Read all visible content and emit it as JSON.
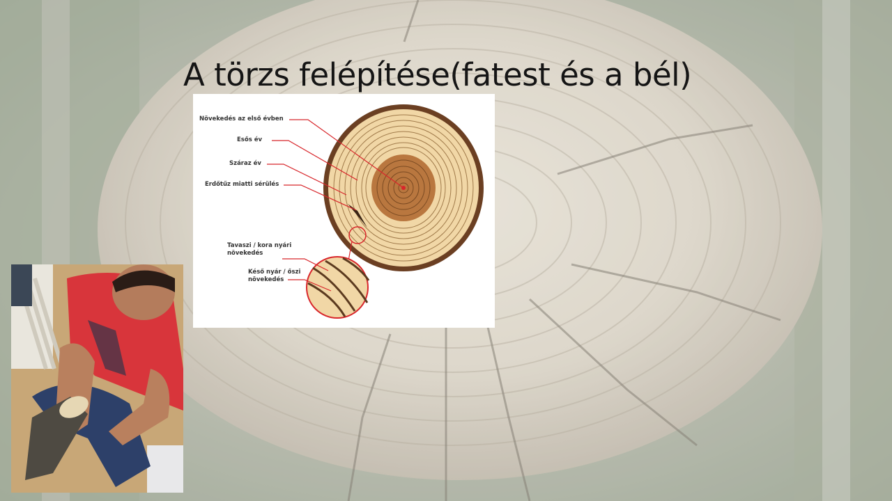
{
  "slide": {
    "title": "A törzs felépítése(fatest és a bél)"
  },
  "diagram": {
    "labels": {
      "first_year": "Növekedés az első évben",
      "rainy_year": "Esős év",
      "dry_year": "Száraz év",
      "fire_damage": "Erdőtűz miatti sérülés",
      "spring_growth_1": "Tavaszi / kora nyári",
      "spring_growth_2": "növekedés",
      "late_growth_1": "Késő nyár / őszi",
      "late_growth_2": "növekedés"
    }
  },
  "colors": {
    "bark": "#6b3f22",
    "wood_light": "#f1d7a6",
    "wood_core": "#b9773f",
    "pointer": "#d8262b",
    "shirt": "#d8353b"
  }
}
